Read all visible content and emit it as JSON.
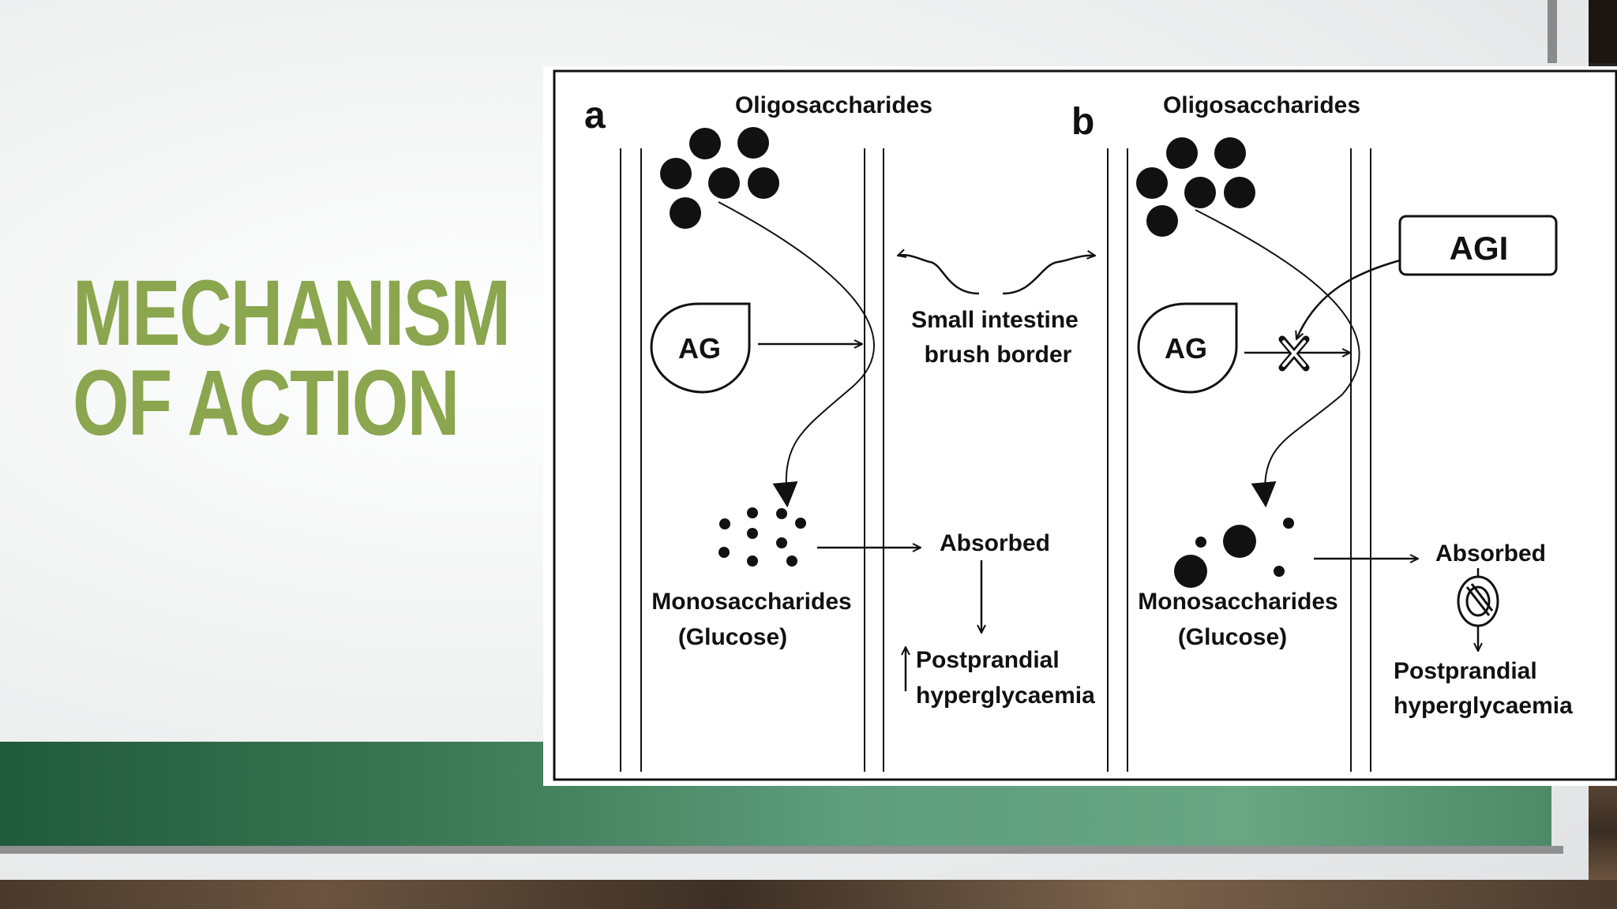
{
  "slide": {
    "title_line1": "MECHANISM",
    "title_line2": "OF ACTION",
    "title_color": "#8aa64e",
    "band_color": "#5f9e7e"
  },
  "diagram": {
    "panel_a": {
      "letter": "a",
      "oligosaccharides": "Oligosaccharides",
      "enzyme": "AG",
      "brush_line1": "Small intestine",
      "brush_line2": "brush border",
      "mono_line1": "Monosaccharides",
      "mono_line2": "(Glucose)",
      "absorbed": "Absorbed",
      "post_line1": "Postprandial",
      "post_line2": "hyperglycaemia"
    },
    "panel_b": {
      "letter": "b",
      "oligosaccharides": "Oligosaccharides",
      "enzyme": "AG",
      "inhibitor": "AGI",
      "mono_line1": "Monosaccharides",
      "mono_line2": "(Glucose)",
      "absorbed": "Absorbed",
      "post_line1": "Postprandial",
      "post_line2": "hyperglycaemia"
    }
  }
}
